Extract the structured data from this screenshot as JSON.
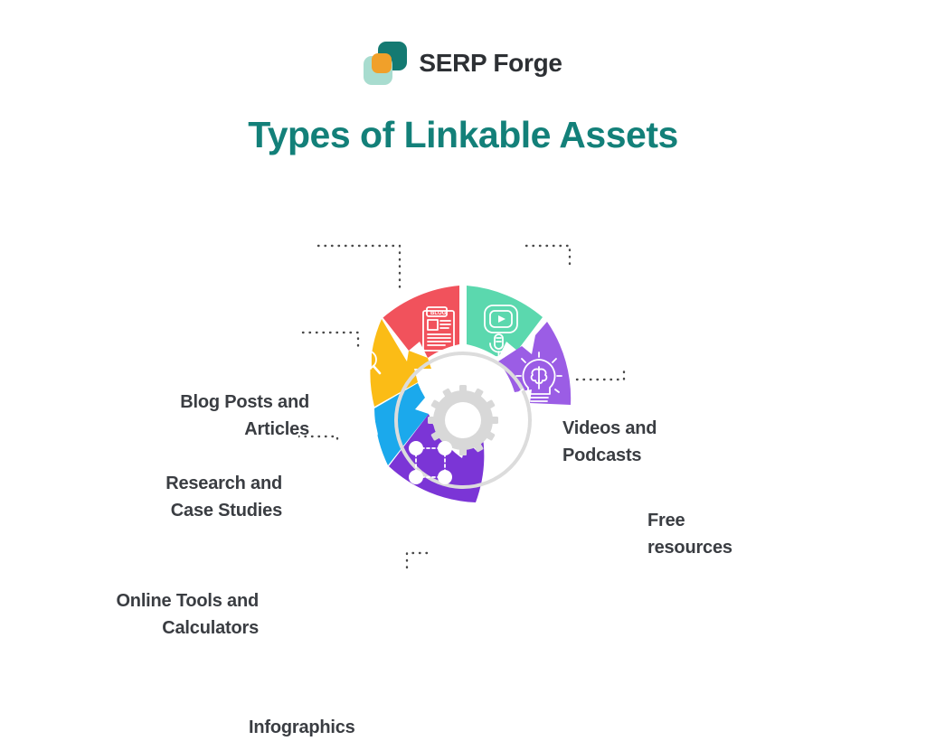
{
  "brand": {
    "name": "SERP Forge",
    "logo_icon": "serp-forge-logo-icon",
    "colors": {
      "teal": "#147A72",
      "mint": "#A8DCCF",
      "orange": "#F0A02A"
    }
  },
  "header": {
    "title": "Types of Linkable Assets",
    "title_color": "#138079"
  },
  "diagram": {
    "type": "gear-wheel-infographic",
    "center_icon": "gear-icon",
    "center_color": "#DCDCDC",
    "segments": [
      {
        "id": "blog-posts",
        "label": "Blog Posts and\nArticles",
        "color": "#F1525C",
        "icon": "blog-document-icon",
        "position": "top-left"
      },
      {
        "id": "videos-podcasts",
        "label": "Videos and\nPodcasts",
        "color": "#5BD8AE",
        "icon": "video-microphone-icon",
        "position": "top-right"
      },
      {
        "id": "free-resources",
        "label": "Free\nresources",
        "color": "#9B5DE5",
        "icon": "lightbulb-brain-icon",
        "position": "right"
      },
      {
        "id": "infographics",
        "label": "Infographics",
        "color": "#7B35D6",
        "icon": "dot-grid-icon",
        "position": "bottom"
      },
      {
        "id": "online-tools",
        "label": "Online Tools and\nCalculators",
        "color": "#1BA9EC",
        "icon": "calculator-icon",
        "position": "bottom-left"
      },
      {
        "id": "research-case-studies",
        "label": "Research and\nCase Studies",
        "color": "#FBBC16",
        "icon": "document-search-icon",
        "position": "left"
      }
    ],
    "connector_style": "dotted",
    "connector_color": "#4a4a4a"
  }
}
